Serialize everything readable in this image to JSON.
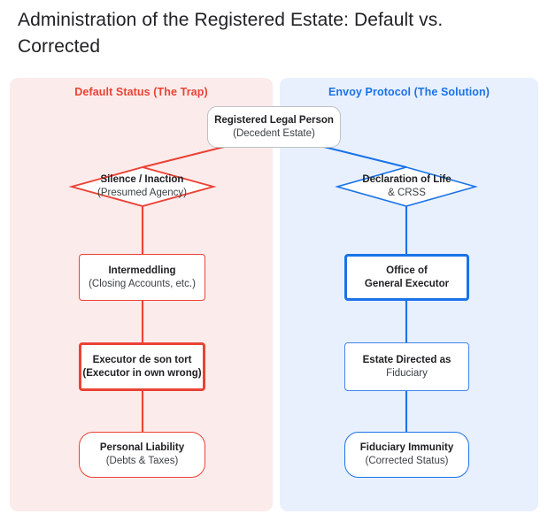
{
  "title": "Administration of the Registered Estate: Default vs. Corrected",
  "colors": {
    "red_accent": "#ea4335",
    "blue_accent": "#1a73e8",
    "left_panel_bg": "#fcebeb",
    "right_panel_bg": "#e8f0fe",
    "node_fill": "#ffffff",
    "root_border": "#bdc1c6",
    "text": "#202124"
  },
  "root": {
    "line1": "Registered Legal Person",
    "line2": "(Decedent Estate)"
  },
  "left_panel": {
    "header": "Default Status (The Trap)",
    "nodes": [
      {
        "line1": "Silence / Inaction",
        "line2": "(Presumed Agency)",
        "shape": "diamond"
      },
      {
        "line1": "Intermeddling",
        "line2": "(Closing Accounts, etc.)",
        "shape": "rect"
      },
      {
        "line1": "Executor de son tort",
        "line2": "(Executor in own wrong)",
        "shape": "rect-emphasis"
      },
      {
        "line1": "Personal Liability",
        "line2": "(Debts & Taxes)",
        "shape": "pill"
      }
    ]
  },
  "right_panel": {
    "header": "Envoy Protocol (The Solution)",
    "nodes": [
      {
        "line1": "Declaration of Life",
        "line2": "& CRSS",
        "shape": "diamond"
      },
      {
        "line1": "Office of",
        "line2": "General Executor",
        "shape": "rect-emphasis"
      },
      {
        "line1": "Estate Directed as",
        "line2": "Fiduciary",
        "shape": "rect"
      },
      {
        "line1": "Fiduciary Immunity",
        "line2": "(Corrected Status)",
        "shape": "pill"
      }
    ]
  }
}
